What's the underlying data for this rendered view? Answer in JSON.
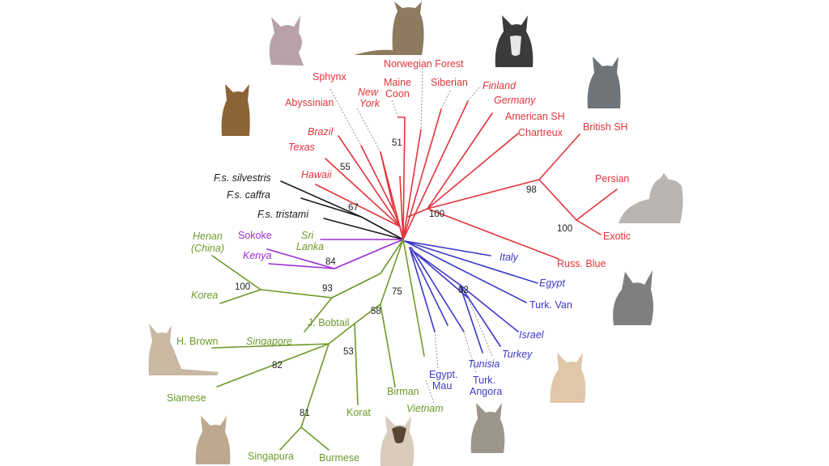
{
  "colors": {
    "wild": "#1a1a1a",
    "western": "#e2343c",
    "mediterranean": "#3d38c9",
    "east_african": "#9b2dd6",
    "asian": "#6c9a2a",
    "bootstrap": "#222222"
  },
  "taxa": {
    "norwegian_forest": "Norwegian Forest",
    "sphynx": "Sphynx",
    "maine_coon_1": "Maine",
    "maine_coon_2": "Coon",
    "new_york_1": "New",
    "new_york_2": "York",
    "siberian": "Siberian",
    "finland": "Finland",
    "germany": "Germany",
    "american_sh": "American SH",
    "chartreux": "Chartreux",
    "british_sh": "British SH",
    "abyssinian": "Abyssinian",
    "brazil": "Brazil",
    "texas": "Texas",
    "hawaii": "Hawaii",
    "persian": "Persian",
    "exotic": "Exotic",
    "russ_blue": "Russ. Blue",
    "fs_silvestris": "F.s. silvestris",
    "fs_caffra": "F.s. caffra",
    "fs_tristami": "F.s. tristami",
    "sokoke": "Sokoke",
    "kenya": "Kenya",
    "sri_lanka_1": "Sri",
    "sri_lanka_2": "Lanka",
    "henan_1": "Henan",
    "henan_2": "(China)",
    "korea": "Korea",
    "j_bobtail": "J. Bobtail",
    "singapore": "Singapore",
    "h_brown": "H. Brown",
    "siamese": "Siamese",
    "singapura": "Singapura",
    "burmese": "Burmese",
    "korat": "Korat",
    "birman": "Birman",
    "vietnam": "Vietnam",
    "egypt_mau_1": "Egypt.",
    "egypt_mau_2": "Mau",
    "turk_angora_1": "Turk.",
    "turk_angora_2": "Angora",
    "tunisia": "Tunisia",
    "turkey": "Turkey",
    "israel": "Israel",
    "turk_van": "Turk. Van",
    "egypt": "Egypt",
    "italy": "Italy"
  },
  "bootstrap": {
    "b51": "51",
    "b55": "55",
    "b67": "67",
    "b98": "98",
    "b100_western": "100",
    "b100_persian": "100",
    "b84": "84",
    "b93": "93",
    "b100_asian": "100",
    "b75": "75",
    "b58": "58",
    "b53": "53",
    "b82": "82",
    "b81": "81",
    "b62": "62"
  }
}
